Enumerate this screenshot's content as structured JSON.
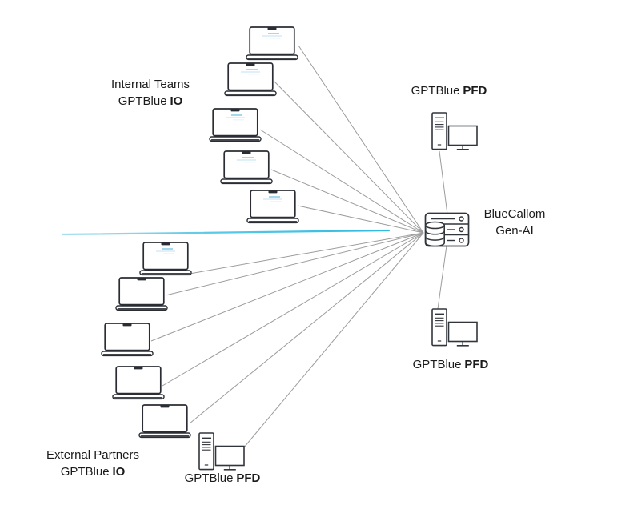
{
  "labels": {
    "internal": {
      "line1": "Internal Teams",
      "line2a": "GPTBlue",
      "line2b": "IO"
    },
    "external": {
      "line1": "External Partners",
      "line2a": "GPTBlue",
      "line2b": "IO"
    },
    "pfd": {
      "prefix": "GPTBlue",
      "bold": "PFD"
    },
    "server": {
      "line1": "BlueCallom",
      "line2": "Gen-AI"
    }
  },
  "groups": {
    "internal_teams": {
      "device_count": 5,
      "device_type": "laptop"
    },
    "external_partners": {
      "device_count": 5,
      "device_type": "laptop"
    },
    "pfd_workstations": {
      "device_count": 3,
      "device_type": "tower-with-monitor"
    }
  },
  "icons": {
    "laptop": "laptop-icon",
    "workstation": "desktop-tower-with-monitor-icon",
    "server": "server-rack-with-database-icon"
  },
  "colors": {
    "accent": "#45c1e4",
    "connector": "#9c9c9c",
    "icon_stroke": "#31353c",
    "text": "#1b1b1b",
    "background": "#ffffff"
  }
}
